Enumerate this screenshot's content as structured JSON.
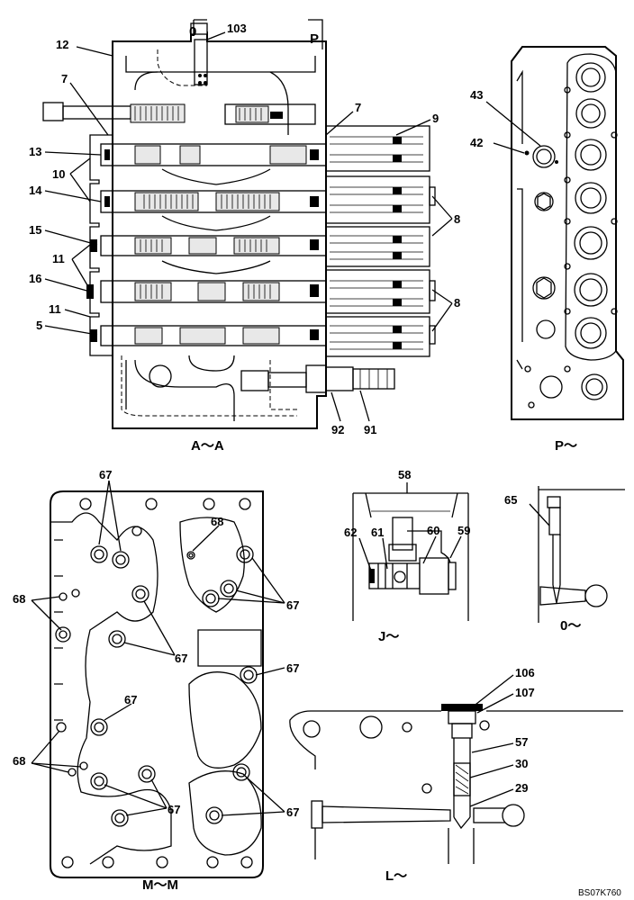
{
  "view_titles": {
    "section_aa": "A～A",
    "view_p": "P～",
    "section_mm": "M～M",
    "view_j": "J～",
    "view_o": "0～",
    "view_l": "L～"
  },
  "section_marks": {
    "o": "0",
    "p": "P"
  },
  "labels_aa": [
    "103",
    "12",
    "7",
    "7",
    "9",
    "13",
    "10",
    "14",
    "8",
    "15",
    "11",
    "16",
    "8",
    "11",
    "5",
    "92",
    "91"
  ],
  "labels_p": [
    "43",
    "42"
  ],
  "labels_mm": [
    "67",
    "68",
    "68",
    "67",
    "67",
    "67",
    "67",
    "67",
    "68",
    "67",
    "67"
  ],
  "labels_j": [
    "58",
    "62",
    "61",
    "60",
    "59"
  ],
  "labels_o": [
    "65"
  ],
  "labels_l": [
    "106",
    "107",
    "57",
    "30",
    "29"
  ],
  "drawing_code": "BS07K760"
}
